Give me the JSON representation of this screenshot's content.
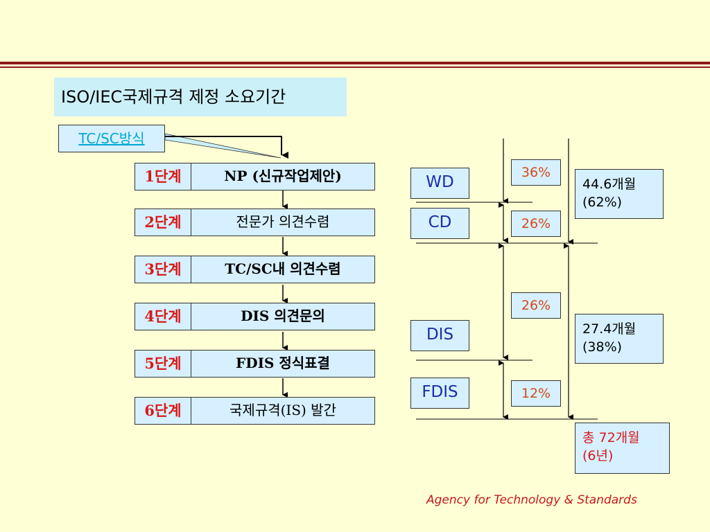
{
  "title": "ISO/IEC국제규격 제정 소요기간",
  "method_label": "TC/SC방식",
  "steps": [
    {
      "num": "1단계",
      "text": "NP (신규작업제안)"
    },
    {
      "num": "2단계",
      "text": "전문가 의견수렴"
    },
    {
      "num": "3단계",
      "text": "TC/SC내 의견수렴"
    },
    {
      "num": "4단계",
      "text": "DIS 의견문의"
    },
    {
      "num": "5단계",
      "text": "FDIS 정식표결"
    },
    {
      "num": "6단계",
      "text": "국제규격(IS) 발간"
    }
  ],
  "stages": [
    "WD",
    "CD",
    "DIS",
    "FDIS"
  ],
  "percentages": [
    "36%",
    "26%",
    "26%",
    "12%"
  ],
  "durations": [
    {
      "line1": "44.6개월",
      "line2": "(62%)"
    },
    {
      "line1": "27.4개월",
      "line2": "(38%)"
    }
  ],
  "total": {
    "line1": "총 72개월",
    "line2": "(6년)"
  },
  "footer": "Agency for Technology & Standards",
  "colors": {
    "background": "#FFFFD6",
    "rule": "#8B1A1A",
    "box_fill": "#D6F0FF",
    "step_number": "#D81A1A",
    "percent_text": "#D64A1A",
    "stage_text": "#1A2DA8"
  }
}
